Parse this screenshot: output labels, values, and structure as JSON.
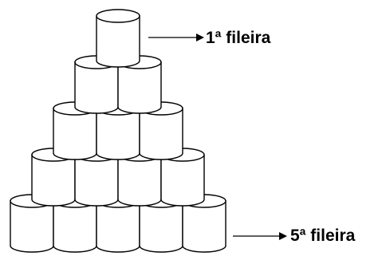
{
  "diagram": {
    "rows": [
      1,
      2,
      3,
      4,
      5
    ],
    "labels": {
      "top": "1ª fileira",
      "bottom": "5ª fileira"
    }
  },
  "colors": {
    "stroke": "#000000",
    "fill": "#ffffff"
  }
}
